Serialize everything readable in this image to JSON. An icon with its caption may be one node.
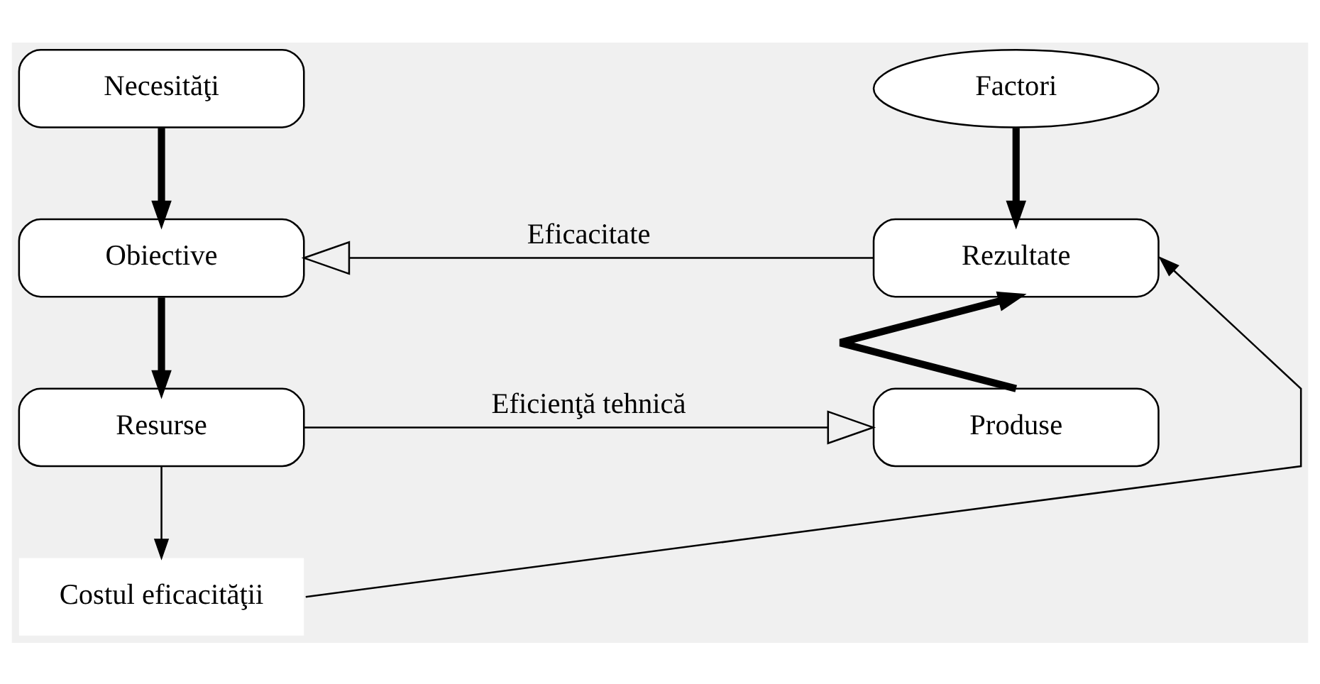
{
  "diagram": {
    "nodes": [
      {
        "text": [
          "Necesităţi"
        ]
      },
      {
        "text": [
          "Obiective"
        ]
      },
      {
        "text": [
          "Resurse"
        ]
      },
      {
        "text": [
          "Factori"
        ]
      },
      {
        "text": [
          "Rezultate"
        ]
      },
      {
        "text": [
          "Produse"
        ]
      },
      {
        "text": [
          "Costul eficacităţii"
        ]
      }
    ],
    "edges": [
      {
        "from": 0,
        "to": 1,
        "arrow": "to",
        "style": "thick"
      },
      {
        "from": 1,
        "to": 2,
        "arrow": "to",
        "style": "thick"
      },
      {
        "from": 3,
        "to": 4,
        "arrow": "to",
        "style": "thick"
      },
      {
        "from": 5,
        "to": 4,
        "arrow": "to",
        "style": "thick"
      },
      {
        "from": 4,
        "to": 1,
        "arrow": "to",
        "label": "Eficacitate"
      },
      {
        "from": 2,
        "to": 5,
        "arrow": "to",
        "label": "Eficienţă tehnică"
      },
      {
        "from": 2,
        "to": 6,
        "arrow": "to"
      },
      {
        "from": 6,
        "to": 4,
        "arrow": "to"
      }
    ]
  }
}
